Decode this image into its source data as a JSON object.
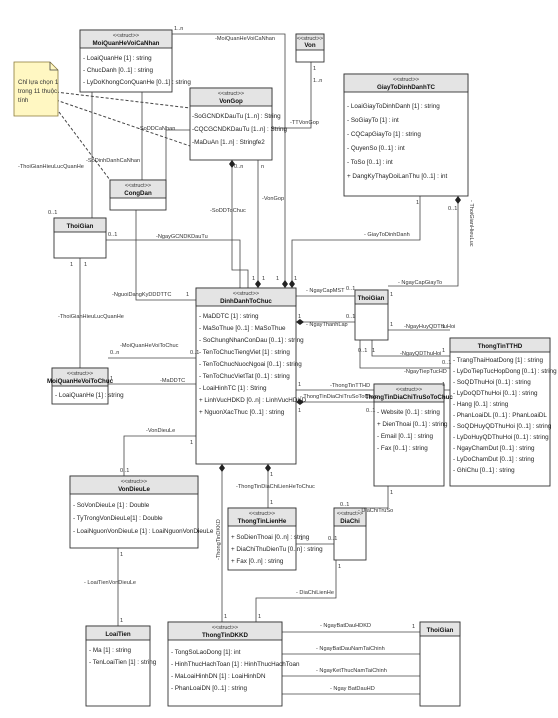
{
  "classes": {
    "moiQuanHeVoiCaNhan": {
      "stereotype": "<<struct>>",
      "name": "MoiQuanHeVoiCaNhan",
      "attrs": [
        "- LoaiQuanHe [1] : string",
        "- ChucDanh [0..1] : string",
        "- LyDoKhongConQuanHe [0..1] : string"
      ]
    },
    "von": {
      "stereotype": "<<struct>>",
      "name": "Von",
      "attrs": []
    },
    "vonGop": {
      "stereotype": "<<struct>>",
      "name": "VonGop",
      "attrs": [
        "-SoGCNDKDauTu [1..n] : String",
        "-CQCGCNDKDauTu [1..n] : String",
        "-MaDuAn [1..n] : Stringfe2"
      ]
    },
    "giayToDinhDanhTC": {
      "stereotype": "<<struct>>",
      "name": "GiayToDinhDanhTC",
      "attrs": [
        "- LoaiGiayToDinhDanh [1] : string",
        "- SoGiayTo [1] : int",
        "- CQCapGiayTo [1] : string",
        "- QuyenSo [0..1] : int",
        "- ToSo [0..1] : int",
        "+ DangKyThayDoiLanThu [0..1] : int"
      ]
    },
    "congDan": {
      "stereotype": "<<struct>>",
      "name": "CongDan",
      "attrs": []
    },
    "thoiGian1": {
      "stereotype": "",
      "name": "ThoiGian",
      "attrs": []
    },
    "dinhDanhToChuc": {
      "stereotype": "<<struct>>",
      "name": "DinhDanhToChuc",
      "attrs": [
        "- MaDDTC [1] : string",
        "- MaSoThue [0..1] : MaSoThue",
        "- SoChungNhanConDau [0..1] : string",
        "- TenToChucTiengViet [1] : string",
        "- TenToChucNuocNgoai [0..1] : string",
        "- TenToChucVietTat [0..1] : string",
        "- LoaiHinhTC [1] : String",
        "+ LinhVucHDKD [0..n] : LinhVucHDKD",
        "+ NguonXacThuc [0..1] : string"
      ]
    },
    "thoiGian2": {
      "stereotype": "",
      "name": "ThoiGian",
      "attrs": []
    },
    "thongTinTTHD": {
      "stereotype": "",
      "name": "ThongTinTTHD",
      "attrs": [
        "- TrangThaiHoatDong [1] : string",
        "- LyDoTiepTucHopDong [0..1] : string",
        "- SoQDThuHoi [0..1] : string",
        "- LyDoQDThuHoi [0..1] : string",
        "- Hang [0..1] : string",
        "- PhanLoaiDL [0..1] : PhanLoaiDL",
        "- SoQDHuyQDThuHoi [0..1] : string",
        "- LyDoHuyQDThuHoi [0..1] : string",
        "- NgayChamDut [0..1] : string",
        "- LyDoChamDut [0..1] : string",
        "- GhiChu [0..1] : string"
      ]
    },
    "moiQuanHeVoiToChuc": {
      "stereotype": "<<struct>>",
      "name": "MoiQuanHeVoiToChuc",
      "attrs": [
        "- LoaiQuanHe [1] : string"
      ]
    },
    "thongTinDiaChiTruSoToChuc": {
      "stereotype": "<<struct>>",
      "name": "ThongTinDiaChiTruSoToChuc",
      "attrs": [
        "- Website [0..1] : string",
        "+ DienThoai [0..1] : string",
        "- Email [0..1] : string",
        "- Fax [0..1] : string"
      ]
    },
    "vonDieuLe": {
      "stereotype": "<<struct>>",
      "name": "VonDieuLe",
      "attrs": [
        "- SoVonDieuLe [1] : Double",
        "- TyTrongVonDieuLe[1] : Double",
        "- LoaiNguonVonDieuLe [1] : LoaiNguonVonDieuLe"
      ]
    },
    "thongTinLienHe": {
      "stereotype": "<<struct>>",
      "name": "ThongTinLienHe",
      "attrs": [
        "+ SoDienThoai [0..n] : string",
        "+ DiaChiThuDienTu [0..n] : string",
        "+ Fax [0..n] : string"
      ]
    },
    "diaChi": {
      "stereotype": "<<struct>>",
      "name": "DiaChi",
      "attrs": []
    },
    "loaiTien": {
      "stereotype": "",
      "name": "LoaiTien",
      "attrs": [
        "- Ma [1] : string",
        "- TenLoaiTien [1] : string"
      ]
    },
    "thongTinDKKD": {
      "stereotype": "<<struct>>",
      "name": "ThongTinDKKD",
      "attrs": [
        "- TongSoLaoDong [1]: int",
        "- HinhThucHachToan [1] : HinhThucHachToan",
        "- MaLoaiHinhDN [1] : LoaiHinhDN",
        "- PhanLoaiDN [0..1] : string"
      ]
    },
    "thoiGian3": {
      "stereotype": "",
      "name": "ThoiGian",
      "attrs": []
    }
  },
  "note": [
    "Chỉ lựa chọn 1",
    "trong 11 thuộc",
    "tính"
  ],
  "labels": {
    "moiQuanHeVoiCaNhan": "-MoiQuanHeVoiCaNhan",
    "ttVonGop": "-TTVonGop",
    "soDDCaNhan": "-SoDDCaNhan",
    "soDinhDanhCaNhan": "-SoDinhDanhCaNhan",
    "thoiGianHieuLucQuanHe1": "-ThoiGianHieuLucQuanHe",
    "soDDToChuc": "-SoDDToChuc",
    "vonGop": "-VonGop",
    "ngayGCNDKDauTu": "-NgayGCNDKDauTu",
    "giayToDinhDanh": "- GiayToDinhDanh",
    "thoiGianHieuLuc": "- ThoiGianHieuLuc",
    "ngayCapMST": "- NgayCapMST",
    "ngayCapGiayTo": "- NgayCapGiayTo",
    "nguoiDangKyDDDTTC": "-NguoiDangKyDDDTTC",
    "thoiGianHieuLucQuanHe2": "-ThoiGianHieuLucQuanHe",
    "ngayThanhLap": "- NgayThanhLap",
    "ngayHuyQDThuHoi": "-NgayHuyQDThuHoi",
    "ngayQDThuHoi": "-NgayQDThuHoi",
    "ngayTiepTucHD": "-NgayTiepTucHD",
    "moiQuanHeVoiToChuc": "-MoiQuanHeVoiToChuc",
    "thongTinTTHD": "-ThongTinTTHD",
    "maDDTC": "-MaDDTC",
    "thongTinDiaChiTruSoToChuc": "- ThongTinDiaChiTruSoToChuc",
    "vonDieuLe": "-VonDieuLe",
    "thongTinDiaChiLienHeToChuc": "-ThongTinDiaChiLienHeToChuc",
    "diaChiTruSo": "- DiaChiTruSo",
    "thongTinDKKD": "-ThongTinDKKD",
    "loaiTienVonDieuLe": "- LoaiTienVonDieuLe",
    "diaChiLienHe": "- DiaChiLienHe",
    "ngayBatDauHDKD": "- NgayBatDauHDKD",
    "ngayBatDauNamTaiChinh": "- NgayBatDauNamTaiChinh",
    "ngayKetThucNamTaiChinh": "- NgayKetThucNamTaiChinh",
    "ngayBatDauHD": "- Ngay BatDauHD"
  },
  "mult": {
    "m1n": "1..n",
    "m1": "1",
    "mn": "n",
    "m0n": "0..n",
    "m01": "0..1",
    "m1nb": "1..n",
    "a1": "1",
    "a01": "0..1",
    "a0n": "0..n",
    "b1": "1",
    "b1b": "1",
    "b1c": "1",
    "c1": "1",
    "c1b": "1",
    "c1c": "1",
    "c01": "0..1",
    "d1": "1",
    "d01": "0..1",
    "e1": "1",
    "e1b": "1",
    "e01": "0..1",
    "e1c": "1",
    "f1": "1",
    "f01": "0..1",
    "g1": "1",
    "g1b": "1",
    "g01": "0..1",
    "h1": "1",
    "h1b": "1",
    "h01": "0..1",
    "i1": "1",
    "i01": "0..1",
    "i1b": "1",
    "j1": "1",
    "j1b": "1",
    "j01": "0..1",
    "k1": "1",
    "k1b": "1",
    "k1c": "1",
    "k1d": "1",
    "k01": "0..1",
    "k01b": "0..1",
    "l1": "1",
    "l1b": "1",
    "l1c": "1",
    "l1d": "1",
    "l1e": "1"
  },
  "colors": {
    "header": "#e4e4e4",
    "border": "#333333",
    "note": "#fff7c2"
  }
}
